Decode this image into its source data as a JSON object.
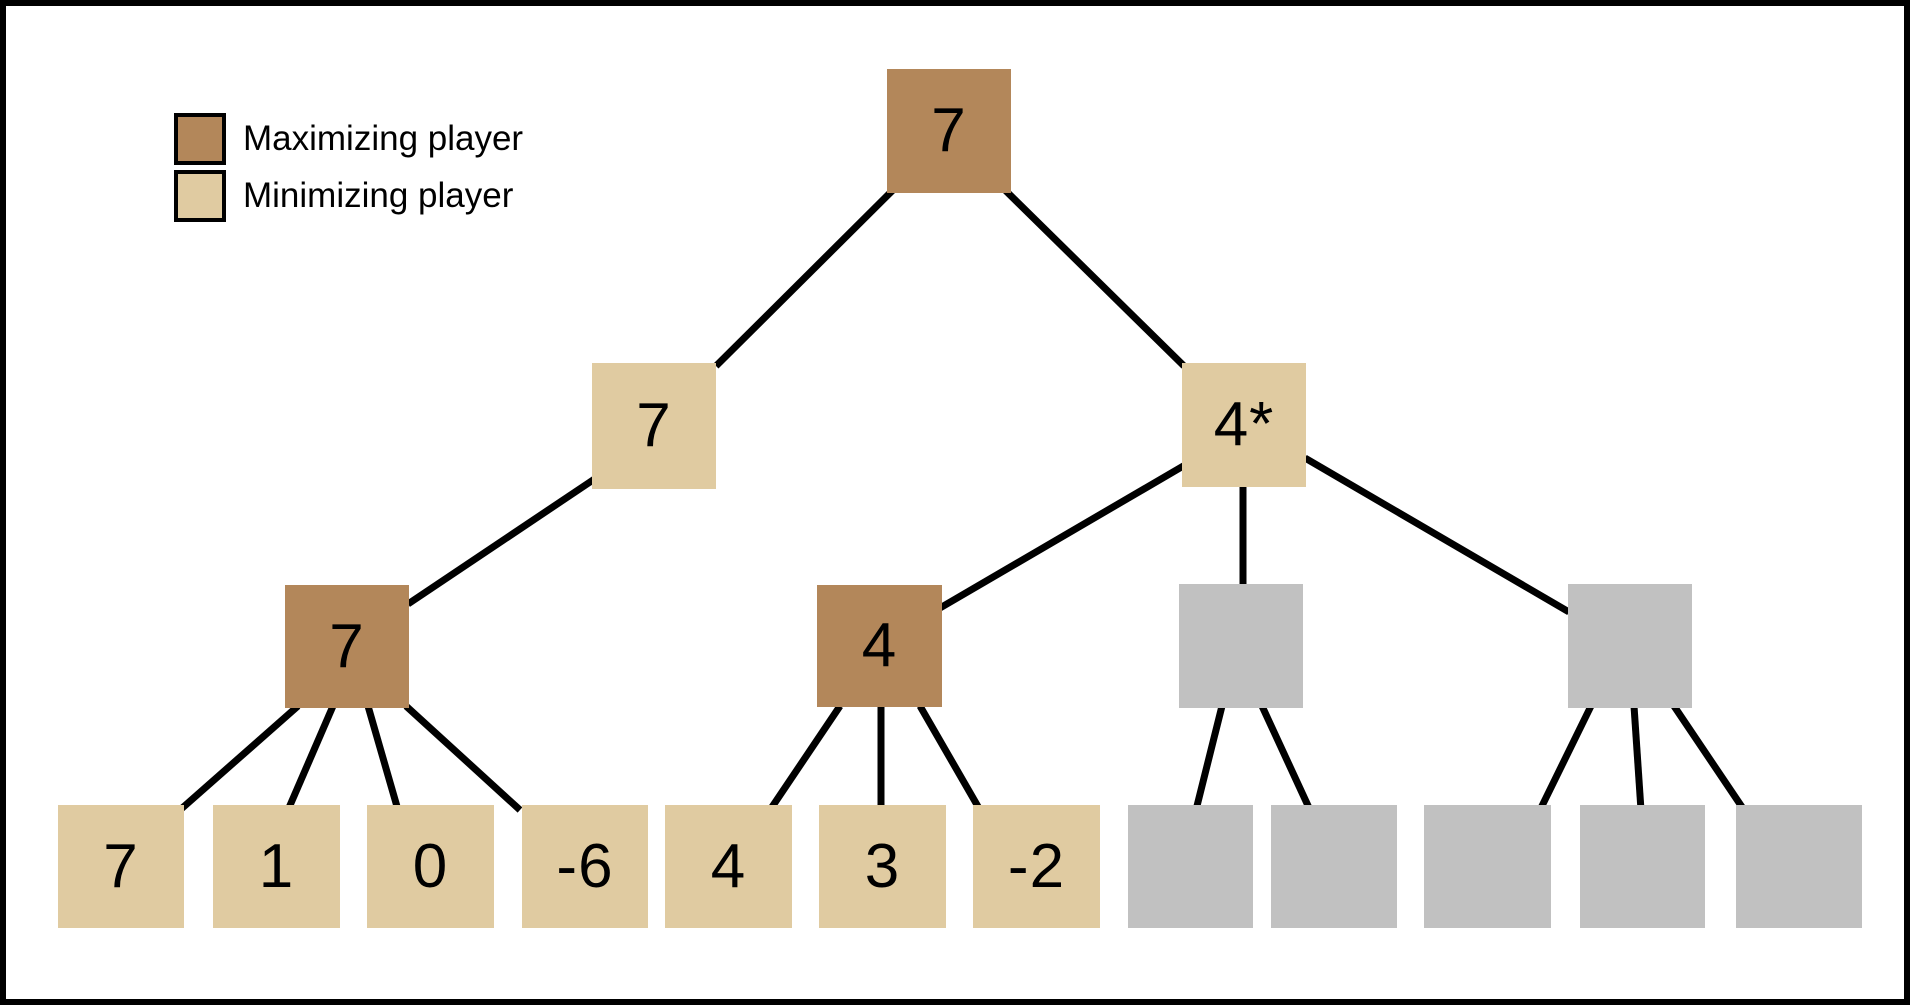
{
  "legend": {
    "items": [
      {
        "label": "Maximizing player",
        "color": "#b3875a"
      },
      {
        "label": "Minimizing player",
        "color": "#e0cba1"
      }
    ]
  },
  "colors": {
    "maximizing_player": "#b3875a",
    "minimizing_player": "#e0cba1",
    "pruned_node": "#c1c1c1",
    "edge": "#000000",
    "frame_border": "#000000",
    "background": "#ffffff"
  },
  "tree": {
    "root": {
      "value": "7",
      "player": "maximizing"
    },
    "level2": [
      {
        "value": "7",
        "player": "minimizing"
      },
      {
        "value": "4*",
        "player": "minimizing"
      }
    ],
    "level3": [
      {
        "value": "7",
        "player": "maximizing",
        "pruned": false
      },
      {
        "value": "4",
        "player": "maximizing",
        "pruned": false
      },
      {
        "value": "",
        "player": "maximizing",
        "pruned": true
      },
      {
        "value": "",
        "player": "maximizing",
        "pruned": true
      }
    ],
    "leaves": [
      {
        "value": "7",
        "pruned": false
      },
      {
        "value": "1",
        "pruned": false
      },
      {
        "value": "0",
        "pruned": false
      },
      {
        "value": "-6",
        "pruned": false
      },
      {
        "value": "4",
        "pruned": false
      },
      {
        "value": "3",
        "pruned": false
      },
      {
        "value": "-2",
        "pruned": false
      },
      {
        "value": "",
        "pruned": true
      },
      {
        "value": "",
        "pruned": true
      },
      {
        "value": "",
        "pruned": true
      },
      {
        "value": "",
        "pruned": true
      },
      {
        "value": "",
        "pruned": true
      }
    ]
  }
}
